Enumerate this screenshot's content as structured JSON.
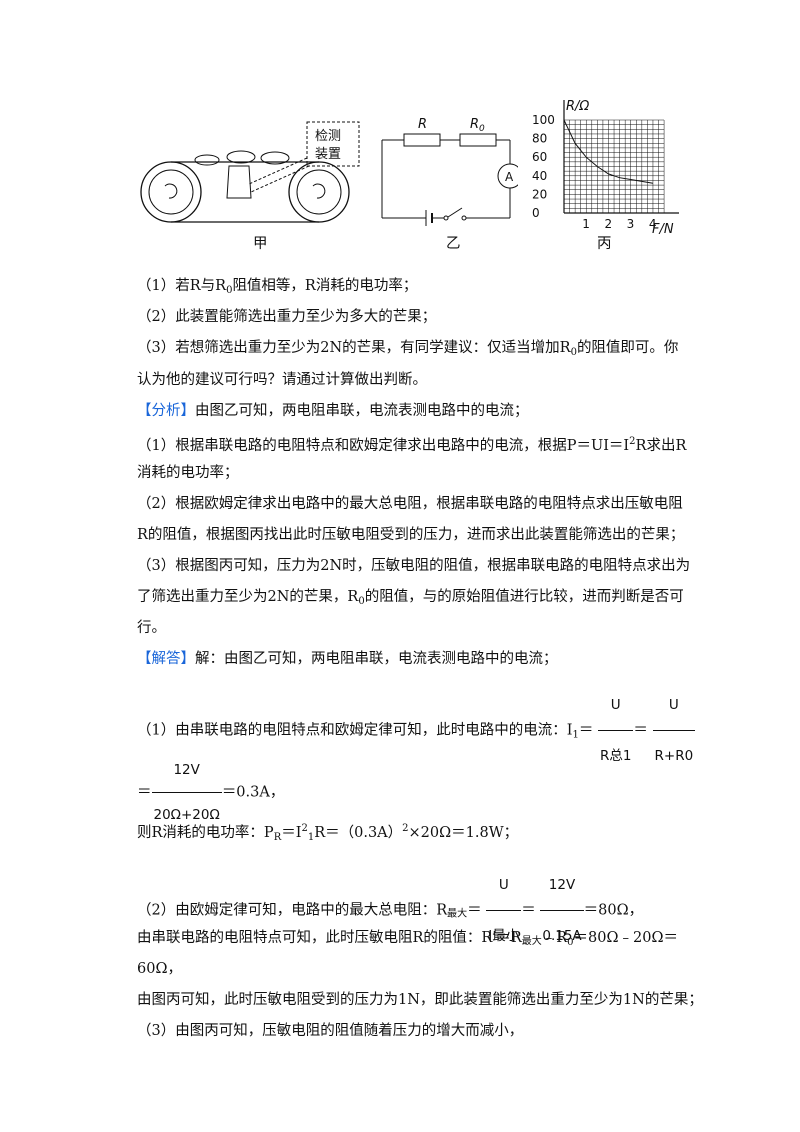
{
  "figures": {
    "jia": {
      "caption": "甲",
      "box_label_1": "检测",
      "box_label_2": "装置"
    },
    "yi": {
      "caption": "乙",
      "R": "R",
      "R0": "R",
      "R0_sub": "0",
      "meter": "A"
    },
    "bing": {
      "caption": "丙",
      "y_axis": "R/Ω",
      "x_axis": "F/N",
      "y_ticks": [
        "100",
        "80",
        "60",
        "40",
        "20",
        "0"
      ],
      "x_ticks": [
        "1",
        "2",
        "3",
        "4"
      ]
    }
  },
  "chart_data": {
    "type": "line",
    "xlabel": "F/N",
    "ylabel": "R/Ω",
    "xlim": [
      0,
      4.5
    ],
    "ylim": [
      0,
      100
    ],
    "x": [
      0,
      0.5,
      1,
      1.5,
      2,
      2.5,
      3,
      3.5,
      4
    ],
    "y": [
      100,
      75,
      60,
      50,
      42,
      38,
      36,
      34,
      32
    ]
  },
  "questions": {
    "q1": "（1）若R与R",
    "q1_sub": "0",
    "q1_rest": "阻值相等，R消耗的电功率；",
    "q2": "（2）此装置能筛选出重力至少为多大的芒果；",
    "q3_a": "（3）若想筛选出重力至少为2N的芒果，有同学建议：仅适当增加R",
    "q3_sub": "0",
    "q3_b": "的阻值即可。你",
    "q3_c": "认为他的建议可行吗？请通过计算做出判断。"
  },
  "analysis": {
    "tag": "【分析】",
    "intro": "由图乙可知，两电阻串联，电流表测电路中的电流；",
    "p1_a": "（1）根据串联电路的电阻特点和欧姆定律求出电路中的电流，根据P＝UI＝I",
    "p1_sup": "2",
    "p1_b": "R求出R",
    "p1_c": "消耗的电功率；",
    "p2_a": "（2）根据欧姆定律求出电路中的最大总电阻，根据串联电路的电阻特点求出压敏电阻",
    "p2_b": "R的阻值，根据图丙找出此时压敏电阻受到的压力，进而求出此装置能筛选出的芒果；",
    "p3_a": "（3）根据图丙可知，压力为2N时，压敏电阻的阻值，根据串联电路的电阻特点求出为",
    "p3_b1": "了筛选出重力至少为2N的芒果，R",
    "p3_sub": "0",
    "p3_b2": "的阻值，与的原始阻值进行比较，进而判断是否可",
    "p3_c": "行。"
  },
  "answer": {
    "tag": "【解答】",
    "intro": "解：由图乙可知，两电阻串联，电流表测电路中的电流；",
    "s1_text": "（1）由串联电路的电阻特点和欧姆定律可知，此时电路中的电流：I",
    "s1_sub": "1",
    "eq": "＝",
    "frac1_num": "U",
    "frac1_den": "R总1",
    "frac2_num": "U",
    "frac2_den": "R+R0",
    "frac3_num": "12V",
    "frac3_den": "20Ω+20Ω",
    "s1_result": "＝0.3A，",
    "power_a": "则R消耗的电功率：P",
    "power_sub": "R",
    "power_b": "＝",
    "power_I": "I",
    "power_I_sup": "2",
    "power_I_sub": "1",
    "power_c": "R＝（0.3A）",
    "power_sup": "2",
    "power_d": "×20Ω＝1.8W；",
    "s2_text": "（2）由欧姆定律可知，电路中的最大总电阻：R",
    "s2_sub": "最大",
    "frac4_num": "U",
    "frac4_den": "I最小",
    "frac5_num": "12V",
    "frac5_den": "0.15A",
    "s2_result": "＝80Ω，",
    "s2b_a": "由串联电路的电阻特点可知，此时压敏电阻R的阻值：R'＝R",
    "s2b_sub": "最大",
    "s2b_b": "﹣R",
    "s2b_sub2": "0",
    "s2b_c": "＝80Ω﹣20Ω＝",
    "s2b_d": "60Ω，",
    "s2c": "由图丙可知，此时压敏电阻受到的压力为1N，即此装置能筛选出重力至少为1N的芒果；",
    "s3": "（3）由图丙可知，压敏电阻的阻值随着压力的增大而减小，"
  }
}
